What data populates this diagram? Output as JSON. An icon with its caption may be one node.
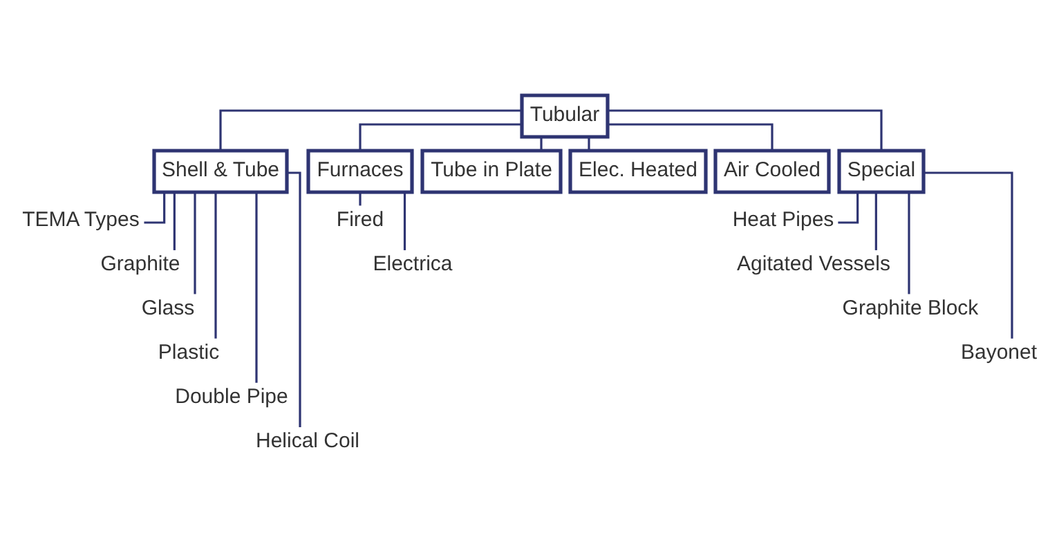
{
  "diagram": {
    "nodes": [
      {
        "text": [
          "Tubular"
        ]
      },
      {
        "text": [
          "Shell & Tube"
        ]
      },
      {
        "text": [
          "Furnaces"
        ]
      },
      {
        "text": [
          "Tube in Plate"
        ]
      },
      {
        "text": [
          "Elec. Heated"
        ]
      },
      {
        "text": [
          "Air Cooled"
        ]
      },
      {
        "text": [
          "Special"
        ]
      },
      {
        "text": [
          "TEMA Types"
        ]
      },
      {
        "text": [
          "Graphite"
        ]
      },
      {
        "text": [
          "Glass"
        ]
      },
      {
        "text": [
          "Plastic"
        ]
      },
      {
        "text": [
          "Double Pipe"
        ]
      },
      {
        "text": [
          "Helical Coil"
        ]
      },
      {
        "text": [
          "Fired"
        ]
      },
      {
        "text": [
          "Electrica"
        ]
      },
      {
        "text": [
          "Heat Pipes"
        ]
      },
      {
        "text": [
          "Agitated Vessels"
        ]
      },
      {
        "text": [
          "Graphite Block"
        ]
      },
      {
        "text": [
          "Bayonet"
        ]
      }
    ],
    "edges": [
      {
        "from": 0,
        "to": 1,
        "arrow": "none"
      },
      {
        "from": 0,
        "to": 2,
        "arrow": "none"
      },
      {
        "from": 0,
        "to": 3,
        "arrow": "none"
      },
      {
        "from": 0,
        "to": 4,
        "arrow": "none"
      },
      {
        "from": 0,
        "to": 5,
        "arrow": "none"
      },
      {
        "from": 0,
        "to": 6,
        "arrow": "none"
      },
      {
        "from": 1,
        "to": 7,
        "arrow": "none"
      },
      {
        "from": 1,
        "to": 8,
        "arrow": "none"
      },
      {
        "from": 1,
        "to": 9,
        "arrow": "none"
      },
      {
        "from": 1,
        "to": 10,
        "arrow": "none"
      },
      {
        "from": 1,
        "to": 11,
        "arrow": "none"
      },
      {
        "from": 1,
        "to": 12,
        "arrow": "none"
      },
      {
        "from": 2,
        "to": 13,
        "arrow": "none"
      },
      {
        "from": 2,
        "to": 14,
        "arrow": "none"
      },
      {
        "from": 6,
        "to": 15,
        "arrow": "none"
      },
      {
        "from": 6,
        "to": 16,
        "arrow": "none"
      },
      {
        "from": 6,
        "to": 17,
        "arrow": "none"
      },
      {
        "from": 6,
        "to": 18,
        "arrow": "none"
      }
    ]
  }
}
